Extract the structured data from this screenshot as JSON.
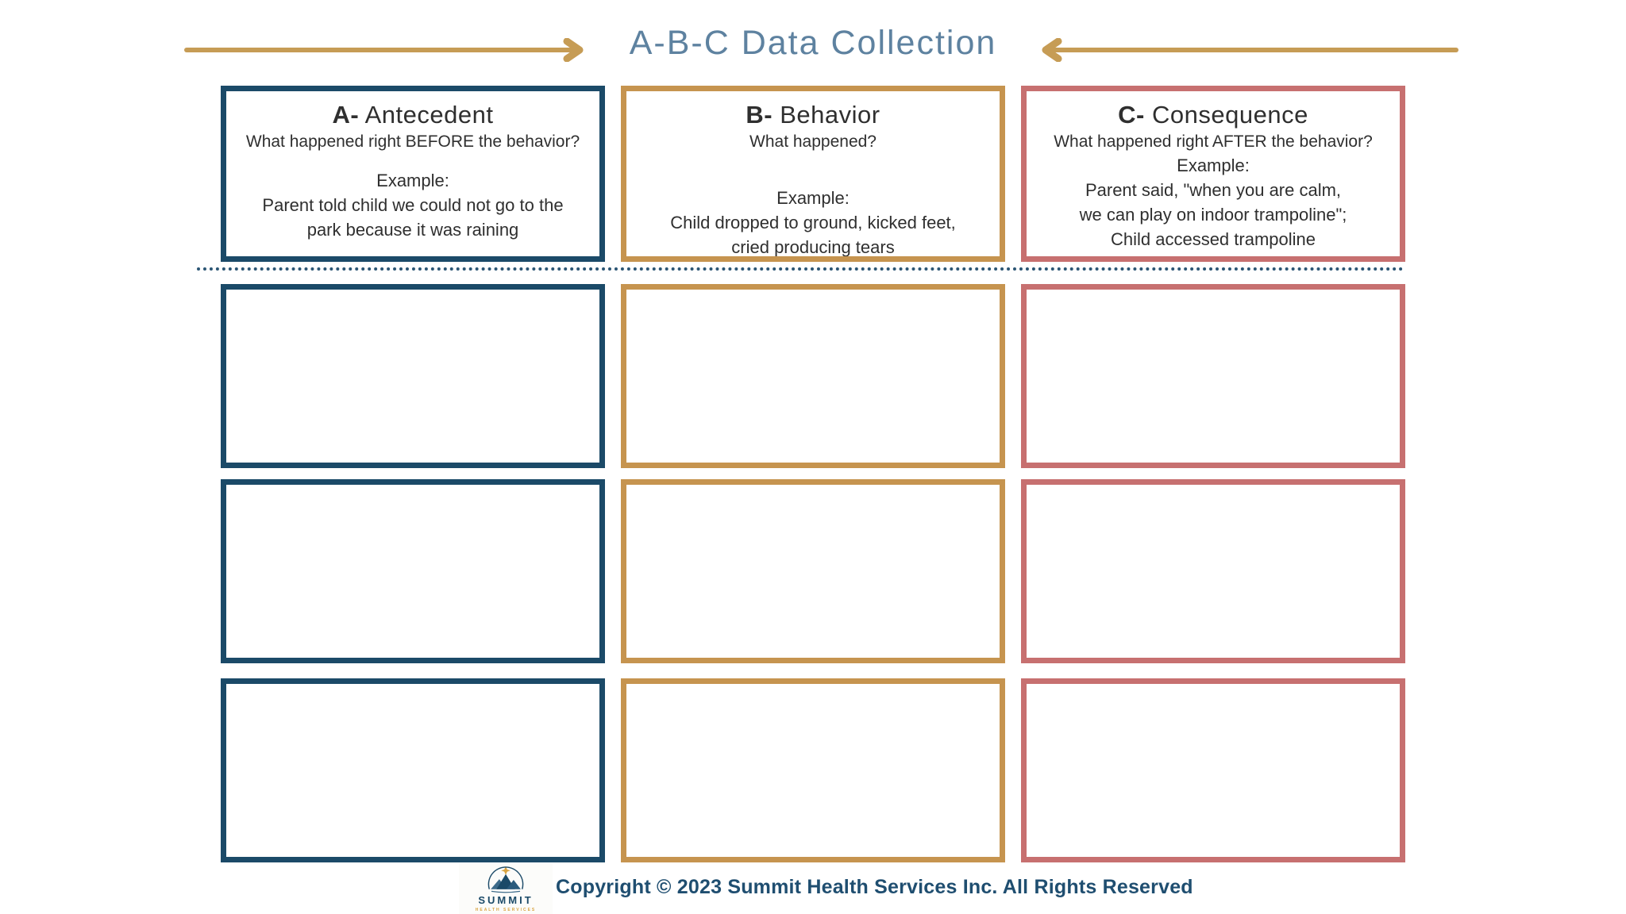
{
  "title": "A-B-C Data Collection",
  "columns": [
    {
      "letter": "A-",
      "name": "Antecedent",
      "question": "What happened right BEFORE the behavior?",
      "example_label": "Example:",
      "example": "Parent told child we could not go to the\npark because it was raining"
    },
    {
      "letter": "B-",
      "name": "Behavior",
      "question": "What happened?",
      "example_label": "Example:",
      "example": "Child dropped to ground, kicked feet,\ncried producing tears"
    },
    {
      "letter": "C-",
      "name": "Consequence",
      "question": "What happened right AFTER the behavior?",
      "example_label": "Example:",
      "example": "Parent said, \"when you are calm,\nwe can play on indoor trampoline\";\nChild accessed trampoline"
    }
  ],
  "entry_grid": {
    "rows": 3,
    "columns": 3
  },
  "footer": {
    "logo": {
      "name": "SUMMIT",
      "subtitle": "HEALTH SERVICES"
    },
    "copyright": "Copyright © 2023 Summit Health Services Inc. All Rights Reserved"
  },
  "icons": {
    "left_arrow": "arrow-pointing-right-toward-title",
    "right_arrow": "arrow-pointing-left-toward-title",
    "logo_icon": "mountain-peaks-with-star"
  },
  "colors": {
    "navy": "#1b4a68",
    "gold": "#c6944f",
    "rose": "#c77070",
    "steel": "#5e82a0",
    "arrow": "#c69c55",
    "dots": "#2b5574",
    "copyright": "#1f4e70",
    "ink": "#2f2f2f",
    "logo_gold": "#d9a441",
    "logo_peak_light": "#3d6b8a"
  }
}
